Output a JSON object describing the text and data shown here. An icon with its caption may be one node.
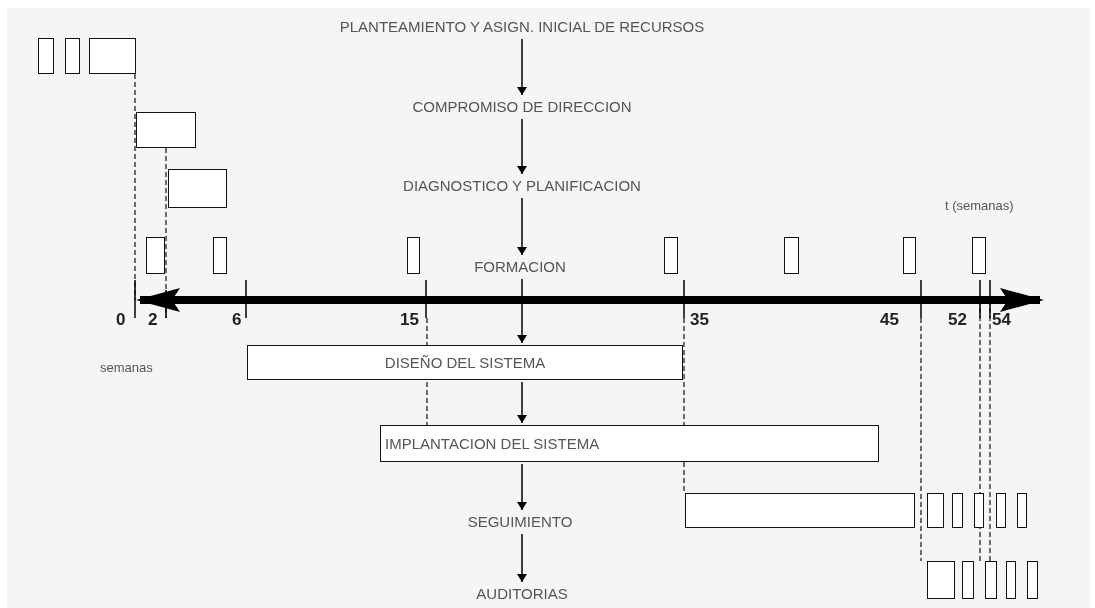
{
  "diagram": {
    "nodes": [
      {
        "text": [
          "PLANTEAMIENTO Y ASIGN. INICIAL DE RECURSOS"
        ]
      },
      {
        "text": [],
        "shape": "bar"
      },
      {
        "text": [],
        "shape": "bar"
      },
      {
        "text": [],
        "shape": "bar"
      },
      {
        "text": [
          "COMPROMISO DE DIRECCION"
        ]
      },
      {
        "text": [],
        "shape": "bar"
      },
      {
        "text": [
          "DIAGNOSTICO Y PLANIFICACION"
        ]
      },
      {
        "text": [],
        "shape": "bar"
      },
      {
        "text": [],
        "shape": "bar"
      },
      {
        "text": [],
        "shape": "bar"
      },
      {
        "text": [],
        "shape": "bar"
      },
      {
        "text": [
          "FORMACION"
        ]
      },
      {
        "text": [],
        "shape": "bar"
      },
      {
        "text": [],
        "shape": "bar"
      },
      {
        "text": [],
        "shape": "bar"
      },
      {
        "text": [],
        "shape": "bar"
      },
      {
        "text": [
          "DISEÑO DEL SISTEMA"
        ]
      },
      {
        "text": [
          "IMPLANTACION DEL SISTEMA"
        ]
      },
      {
        "text": [
          "SEGUIMIENTO"
        ]
      },
      {
        "text": [],
        "shape": "bar"
      },
      {
        "text": [],
        "shape": "bar"
      },
      {
        "text": [],
        "shape": "bar"
      },
      {
        "text": [],
        "shape": "bar"
      },
      {
        "text": [],
        "shape": "bar"
      },
      {
        "text": [],
        "shape": "bar"
      },
      {
        "text": [
          "AUDITORIAS"
        ]
      },
      {
        "text": [],
        "shape": "bar"
      },
      {
        "text": [],
        "shape": "bar"
      },
      {
        "text": [],
        "shape": "bar"
      },
      {
        "text": [],
        "shape": "bar"
      },
      {
        "text": [],
        "shape": "bar"
      }
    ],
    "edges": [
      {
        "from": 0,
        "to": 4,
        "arrow": "to"
      },
      {
        "from": 4,
        "to": 6,
        "arrow": "to"
      },
      {
        "from": 6,
        "to": 11,
        "arrow": "to"
      },
      {
        "from": 11,
        "to": 16,
        "arrow": "to"
      },
      {
        "from": 16,
        "to": 17,
        "arrow": "to"
      },
      {
        "from": 17,
        "to": 18,
        "arrow": "to"
      },
      {
        "from": 18,
        "to": 25,
        "arrow": "to"
      }
    ],
    "labels": [
      "t (semanas)",
      "0",
      "2",
      "6",
      "15",
      "35",
      "45",
      "52",
      "54",
      "semanas"
    ]
  }
}
